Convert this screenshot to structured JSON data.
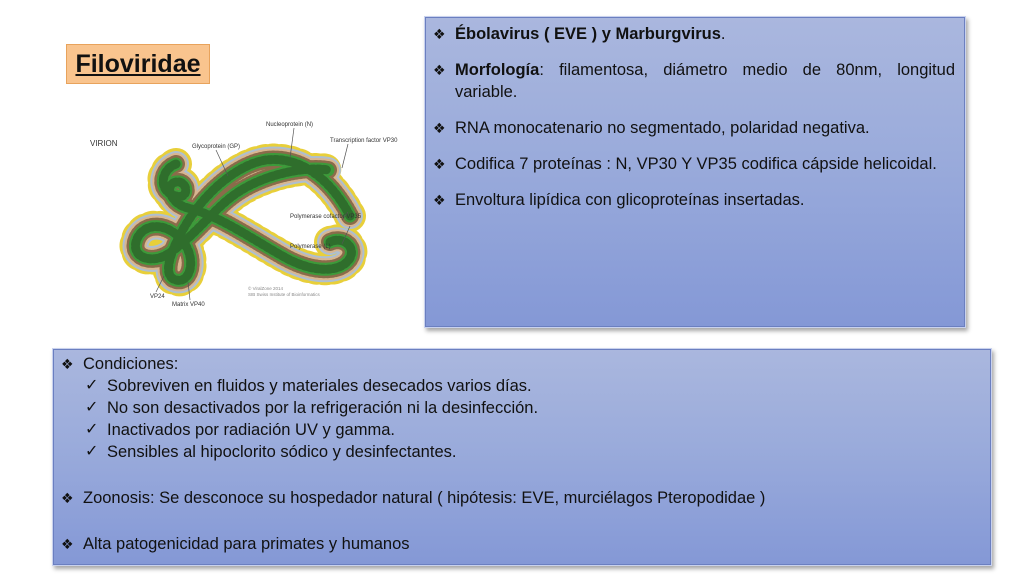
{
  "title": "Filoviridae",
  "diagram": {
    "virion_label": "VIRION",
    "labels": {
      "nucleoprotein": "Nucleoprotein (N)",
      "glycoprotein": "Glycoprotein (GP)",
      "transcription_factor": "Transcription factor VP30",
      "polymerase_cofactor": "Polymerase cofactor VP35",
      "polymerase": "Polymerase (L)",
      "vp24": "VP24",
      "matrix": "Matrix VP40"
    },
    "copyright": [
      "© ViralZone 2014",
      "SIB Swiss Institute of Bioinformatics"
    ],
    "colors": {
      "core": "#3d9a3a",
      "core_dark": "#2f6e2c",
      "matrix": "#d8b690",
      "envelope": "#aebfd0",
      "spike": "#e8cf3a"
    }
  },
  "top_panel": {
    "items": [
      {
        "bold": "Ébolavirus ( EVE ) y Marburgvirus",
        "text": "."
      },
      {
        "bold": "Morfología",
        "text": ": filamentosa, diámetro medio de 80nm, longitud variable."
      },
      {
        "bold": "",
        "text": "RNA monocatenario no segmentado, polaridad negativa."
      },
      {
        "bold": "",
        "text": "Codifica 7 proteínas :  N, VP30 Y VP35 codifica cápside helicoidal."
      },
      {
        "bold": "",
        "text": "Envoltura lipídica con glicoproteínas insertadas."
      }
    ]
  },
  "bottom_panel": {
    "conditions_label": "Condiciones:",
    "conditions": [
      "Sobreviven en fluidos y materiales desecados varios días.",
      "No son desactivados por la refrigeración ni la desinfección.",
      "Inactivados por radiación UV y gamma.",
      "Sensibles al hipoclorito sódico y desinfectantes."
    ],
    "zoonosis": "Zoonosis: Se desconoce su hospedador  natural ( hipótesis: EVE, murciélagos Pteropodidae )",
    "pathogenicity": "Alta patogenicidad para primates y humanos"
  },
  "icons": {
    "bullet": "diamond-bullet-icon",
    "check": "check-icon"
  }
}
